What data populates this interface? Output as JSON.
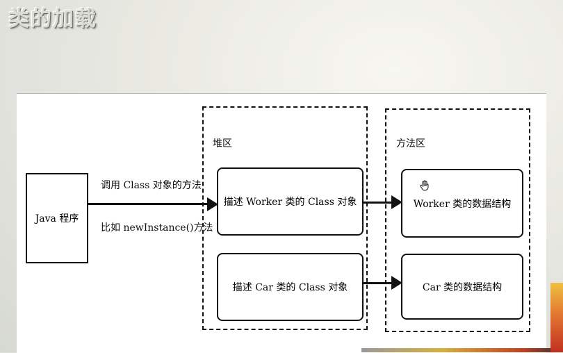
{
  "title": "类的加载",
  "java_program": "Java 程序",
  "call_label_top": "调用 Class 对象的方法",
  "call_label_bottom": "比如 newInstance()方法",
  "heap": {
    "label": "堆区",
    "box1": "描述 Worker 类的 Class 对象",
    "box2": "描述 Car 类的 Class 对象"
  },
  "method_area": {
    "label": "方法区",
    "box1": "Worker 类的数据结构",
    "box2": "Car 类的数据结构"
  },
  "icons": [
    "hand-cursor-icon"
  ]
}
